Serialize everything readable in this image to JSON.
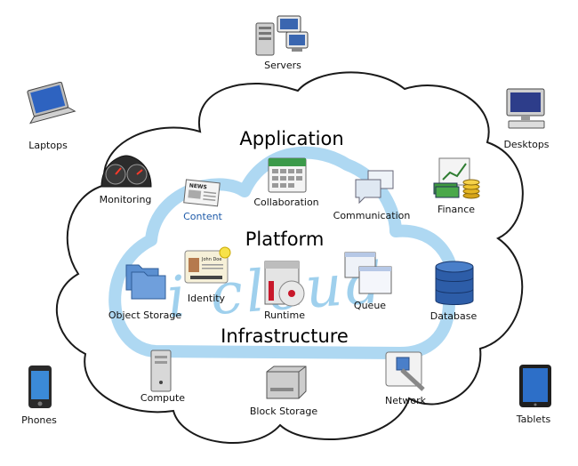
{
  "layers": {
    "application": "Application",
    "platform": "Platform",
    "infrastructure": "Infrastructure"
  },
  "watermark": "i cloud",
  "devices": {
    "servers": "Servers",
    "laptops": "Laptops",
    "desktops": "Desktops",
    "phones": "Phones",
    "tablets": "Tablets"
  },
  "application_items": {
    "monitoring": "Monitoring",
    "content": "Content",
    "collaboration": "Collaboration",
    "communication": "Communication",
    "finance": "Finance"
  },
  "platform_items": {
    "object_storage": "Object Storage",
    "identity": "Identity",
    "runtime": "Runtime",
    "queue": "Queue",
    "database": "Database"
  },
  "infrastructure_items": {
    "compute": "Compute",
    "block_storage": "Block Storage",
    "network": "Network"
  },
  "icon_text": {
    "news": "NEWS",
    "id_name": "John Doe"
  },
  "colors": {
    "cloud_watermark": "#7fc1e8",
    "content_label": "#1d5aa8"
  }
}
